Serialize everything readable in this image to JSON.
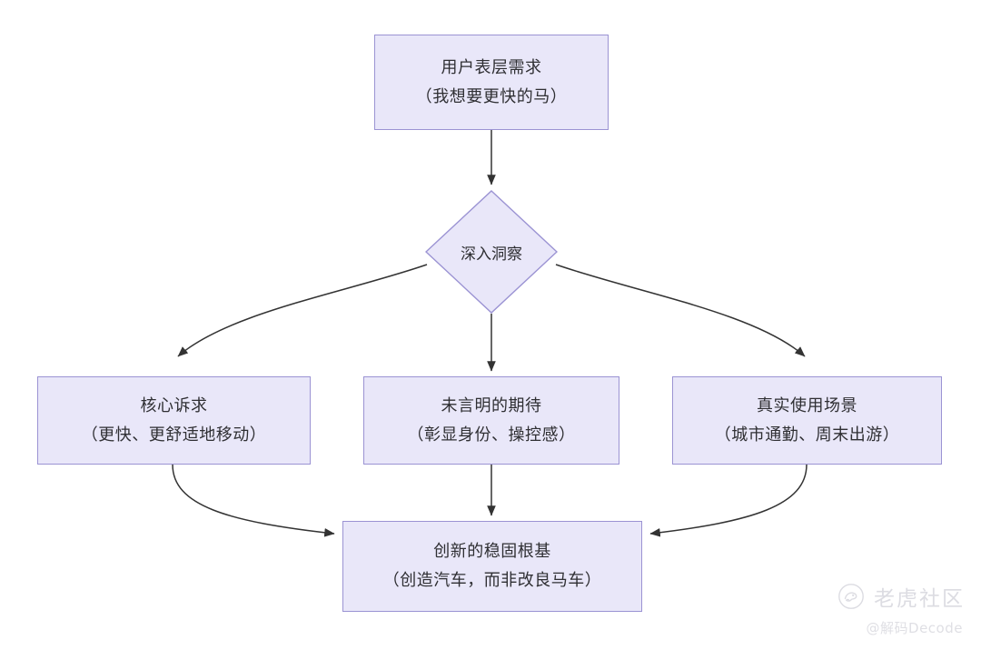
{
  "diagram": {
    "type": "flowchart",
    "title": "",
    "background_color": "#ffffff",
    "node_fill_color": "#e9e7f9",
    "node_border_color": "#9b93d3",
    "text_color": "#2f2f33",
    "edge_color": "#333333",
    "nodes": [
      {
        "id": "surface-need",
        "shape": "rectangle",
        "line1": "用户表层需求",
        "line2": "（我想要更快的马）"
      },
      {
        "id": "deep-insight",
        "shape": "diamond",
        "line1": "深入洞察"
      },
      {
        "id": "core-appeal",
        "shape": "rectangle",
        "line1": "核心诉求",
        "line2": "（更快、更舒适地移动）"
      },
      {
        "id": "unspoken-expectation",
        "shape": "rectangle",
        "line1": "未言明的期待",
        "line2": "（彰显身份、操控感）"
      },
      {
        "id": "real-scenario",
        "shape": "rectangle",
        "line1": "真实使用场景",
        "line2": "（城市通勤、周末出游）"
      },
      {
        "id": "innovation-foundation",
        "shape": "rectangle",
        "line1": "创新的稳固根基",
        "line2": "（创造汽车，而非改良马车）"
      }
    ],
    "edges": [
      {
        "from": "surface-need",
        "to": "deep-insight",
        "style": "straight-arrow"
      },
      {
        "from": "deep-insight",
        "to": "core-appeal",
        "style": "curved-arrow"
      },
      {
        "from": "deep-insight",
        "to": "unspoken-expectation",
        "style": "straight-arrow"
      },
      {
        "from": "deep-insight",
        "to": "real-scenario",
        "style": "curved-arrow"
      },
      {
        "from": "core-appeal",
        "to": "innovation-foundation",
        "style": "curved-arrow"
      },
      {
        "from": "unspoken-expectation",
        "to": "innovation-foundation",
        "style": "straight-arrow"
      },
      {
        "from": "real-scenario",
        "to": "innovation-foundation",
        "style": "curved-arrow"
      }
    ]
  },
  "watermark": {
    "brand": "老虎社区",
    "handle": "@解码Decode",
    "color": "#dcdce2"
  }
}
